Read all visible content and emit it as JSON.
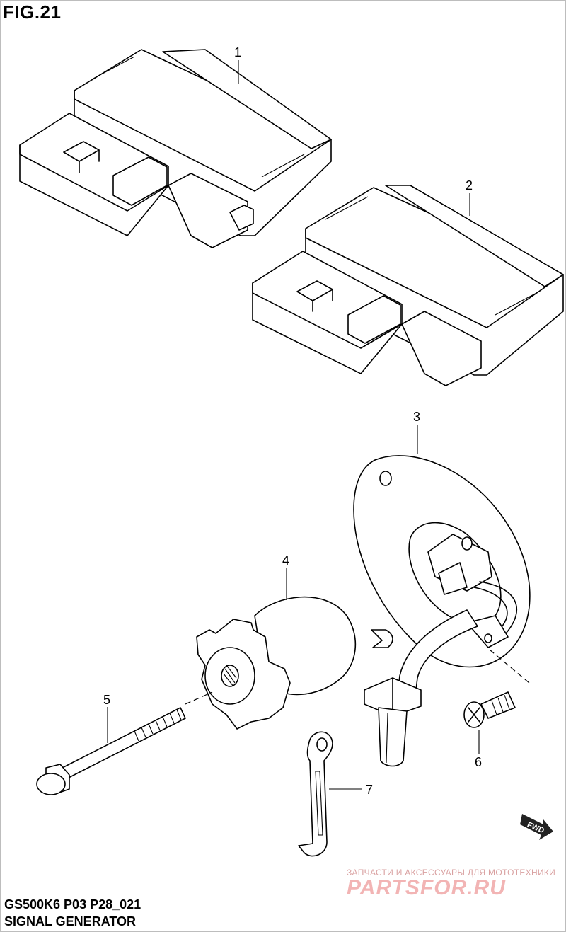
{
  "figure": {
    "title": "FIG.21",
    "model_code": "GS500K6 P03 P28_021",
    "section_name": "SIGNAL GENERATOR"
  },
  "callouts": [
    {
      "number": "1",
      "part": "connector-upper"
    },
    {
      "number": "2",
      "part": "connector-lower"
    },
    {
      "number": "3",
      "part": "signal-generator-plate"
    },
    {
      "number": "4",
      "part": "rotor"
    },
    {
      "number": "5",
      "part": "bolt"
    },
    {
      "number": "6",
      "part": "screw"
    },
    {
      "number": "7",
      "part": "clamp"
    }
  ],
  "fwd_label": "FWD",
  "watermark": {
    "line": "ЗАПЧАСТИ И АКСЕССУАРЫ ДЛЯ МОТОТЕХНИКИ",
    "logo": "PARTSFOR.RU"
  }
}
